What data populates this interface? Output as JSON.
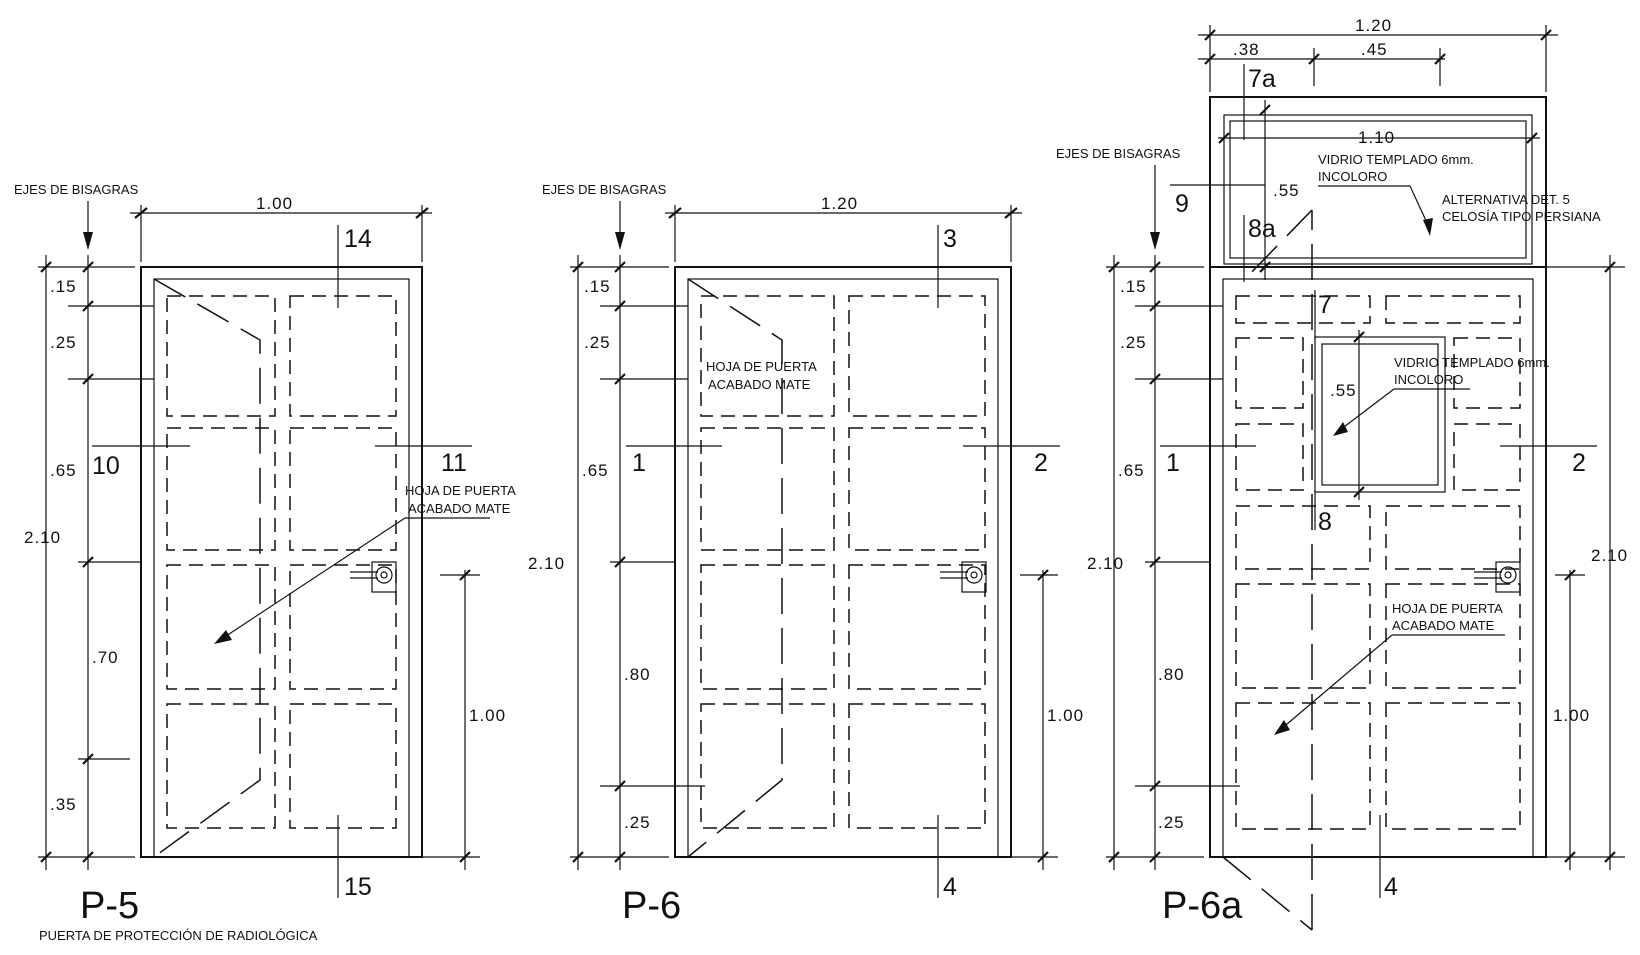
{
  "doors": [
    {
      "title": "P-5",
      "subtitle": "PUERTA DE PROTECCIÓN DE RADIOLÓGICA",
      "hinge_label": "EJES DE BISAGRAS",
      "width_dim": "1.00",
      "height_dim": "2.10",
      "handle_dim": "1.00",
      "vdims": [
        ".15",
        ".25",
        ".65",
        ".70",
        ".35"
      ],
      "section_marks": [
        "14",
        "15",
        "10",
        "11"
      ],
      "leaf_note": [
        "HOJA DE PUERTA",
        "ACABADO MATE"
      ]
    },
    {
      "title": "P-6",
      "subtitle": "",
      "hinge_label": "EJES DE BISAGRAS",
      "width_dim": "1.20",
      "height_dim": "2.10",
      "handle_dim": "1.00",
      "vdims": [
        ".15",
        ".25",
        ".65",
        ".80",
        ".25"
      ],
      "section_marks": [
        "3",
        "4",
        "1",
        "2"
      ],
      "leaf_note": [
        "HOJA DE PUERTA",
        "ACABADO MATE"
      ]
    },
    {
      "title": "P-6a",
      "subtitle": "",
      "hinge_label": "EJES DE BISAGRAS",
      "top_dims": [
        "1.20",
        ".38",
        ".45",
        "1.10",
        ".55"
      ],
      "height_dim_left": "2.10",
      "height_dim_right": "2.10",
      "handle_dim": "1.00",
      "vdims": [
        ".15",
        ".25",
        ".65",
        ".80",
        ".25"
      ],
      "window_dim": ".55",
      "section_marks": [
        "7a",
        "9",
        "8a",
        "7",
        "8",
        "1",
        "2",
        "4"
      ],
      "transom_glass_note": [
        "VIDRIO TEMPLADO 6mm.",
        "INCOLORO"
      ],
      "alt_note": [
        "ALTERNATIVA DET. 5",
        "CELOSÍA TIPO PERSIANA"
      ],
      "window_glass_note": [
        "VIDRIO TEMPLADO 6mm.",
        "INCOLORO"
      ],
      "leaf_note": [
        "HOJA DE PUERTA",
        "ACABADO MATE"
      ]
    }
  ]
}
